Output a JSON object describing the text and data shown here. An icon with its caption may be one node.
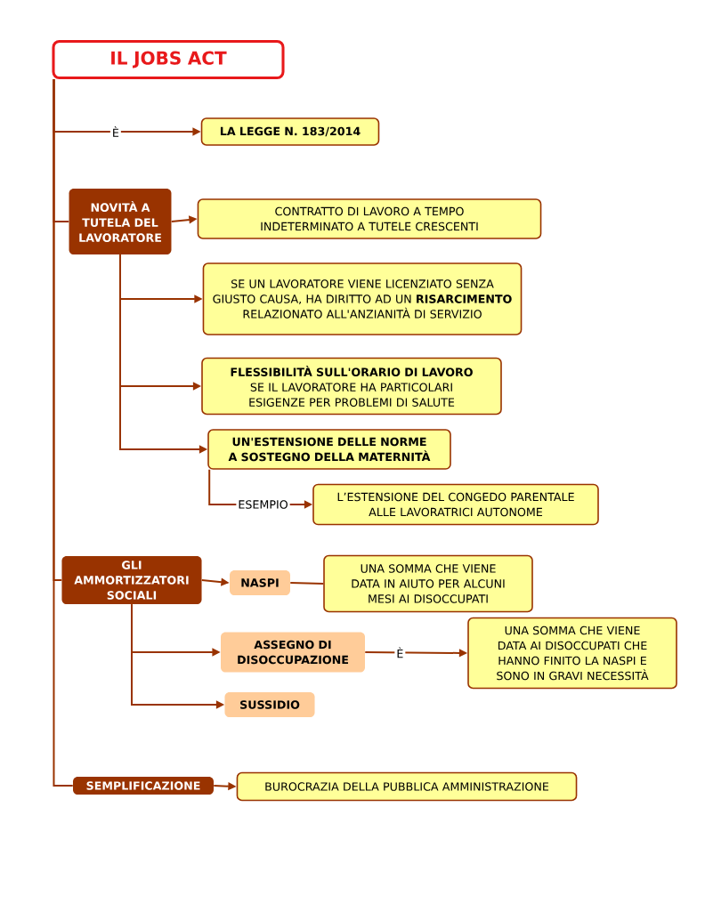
{
  "diagram": {
    "nodes": [
      {
        "text": [
          "IL JOBS ACT"
        ]
      },
      {
        "text": [
          "LA LEGGE N. 183/2014"
        ]
      },
      {
        "text": [
          "NOVITÀ A TUTELA DEL LAVORATORE"
        ]
      },
      {
        "text": [
          "CONTRATTO DI LAVORO A TEMPO INDETERMINATO A TUTELE CRESCENTI"
        ]
      },
      {
        "text": [
          "SE UN LAVORATORE VIENE LICENZIATO SENZA GIUSTO CAUSA, HA DIRITTO AD UN **RISARCIMENTO** RELAZIONATO ALL'ANZIANITÀ DI SERVIZIO"
        ]
      },
      {
        "text": [
          "FLESSIBILITÀ SULL'ORARIO DI LAVORO",
          "SE IL LAVORATORE HA PARTICOLARI ESIGENZE PER PROBLEMI DI SALUTE"
        ]
      },
      {
        "text": [
          "UN'ESTENSIONE DELLE NORME A SOSTEGNO DELLA MATERNITÀ"
        ]
      },
      {
        "text": [
          "L’ESTENSIONE DEL CONGEDO PARENTALE ALLE LAVORATRICI AUTONOME"
        ]
      },
      {
        "text": [
          "GLI AMMORTIZZATORI SOCIALI"
        ]
      },
      {
        "text": [
          "NASPI"
        ]
      },
      {
        "text": [
          "UNA SOMMA CHE VIENE DATA IN AIUTO PER ALCUNI MESI AI DISOCCUPATI"
        ]
      },
      {
        "text": [
          "ASSEGNO DI DISOCCUPAZIONE"
        ]
      },
      {
        "text": [
          "UNA SOMMA CHE VIENE DATA AI DISOCCUPATI CHE HANNO FINITO LA NASPI E SONO IN GRAVI NECESSITÀ"
        ]
      },
      {
        "text": [
          "SUSSIDIO"
        ]
      },
      {
        "text": [
          "SEMPLIFICAZIONE"
        ]
      },
      {
        "text": [
          "BUROCRAZIA DELLA PUBBLICA AMMINISTRAZIONE"
        ]
      }
    ],
    "edges": [
      {
        "from": 0,
        "to": 1,
        "arrow": "to",
        "label": "È"
      },
      {
        "from": 0,
        "to": 2,
        "arrow": "none"
      },
      {
        "from": 2,
        "to": 3,
        "arrow": "to"
      },
      {
        "from": 2,
        "to": 4,
        "arrow": "to"
      },
      {
        "from": 2,
        "to": 5,
        "arrow": "to"
      },
      {
        "from": 2,
        "to": 6,
        "arrow": "to"
      },
      {
        "from": 6,
        "to": 7,
        "arrow": "to",
        "label": "ESEMPIO"
      },
      {
        "from": 0,
        "to": 8,
        "arrow": "none"
      },
      {
        "from": 8,
        "to": 9,
        "arrow": "to"
      },
      {
        "from": 9,
        "to": 10,
        "arrow": "none"
      },
      {
        "from": 8,
        "to": 11,
        "arrow": "to"
      },
      {
        "from": 8,
        "to": 13,
        "arrow": "to"
      },
      {
        "from": 11,
        "to": 12,
        "arrow": "to",
        "label": "È"
      },
      {
        "from": 0,
        "to": 14,
        "arrow": "none"
      },
      {
        "from": 14,
        "to": 15,
        "arrow": "to"
      }
    ]
  }
}
